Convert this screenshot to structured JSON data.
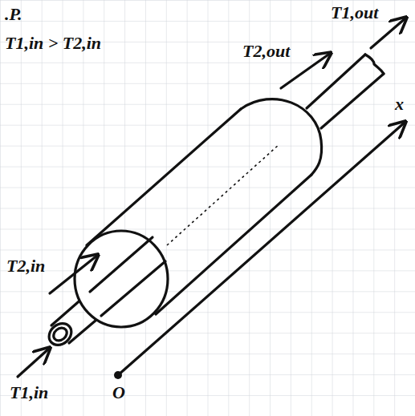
{
  "diagram": {
    "labels": [
      ".P.",
      "T1,in > T2,in",
      "T2,out",
      "T1,out",
      "x",
      "T2,in",
      "T1,in",
      "O"
    ]
  }
}
